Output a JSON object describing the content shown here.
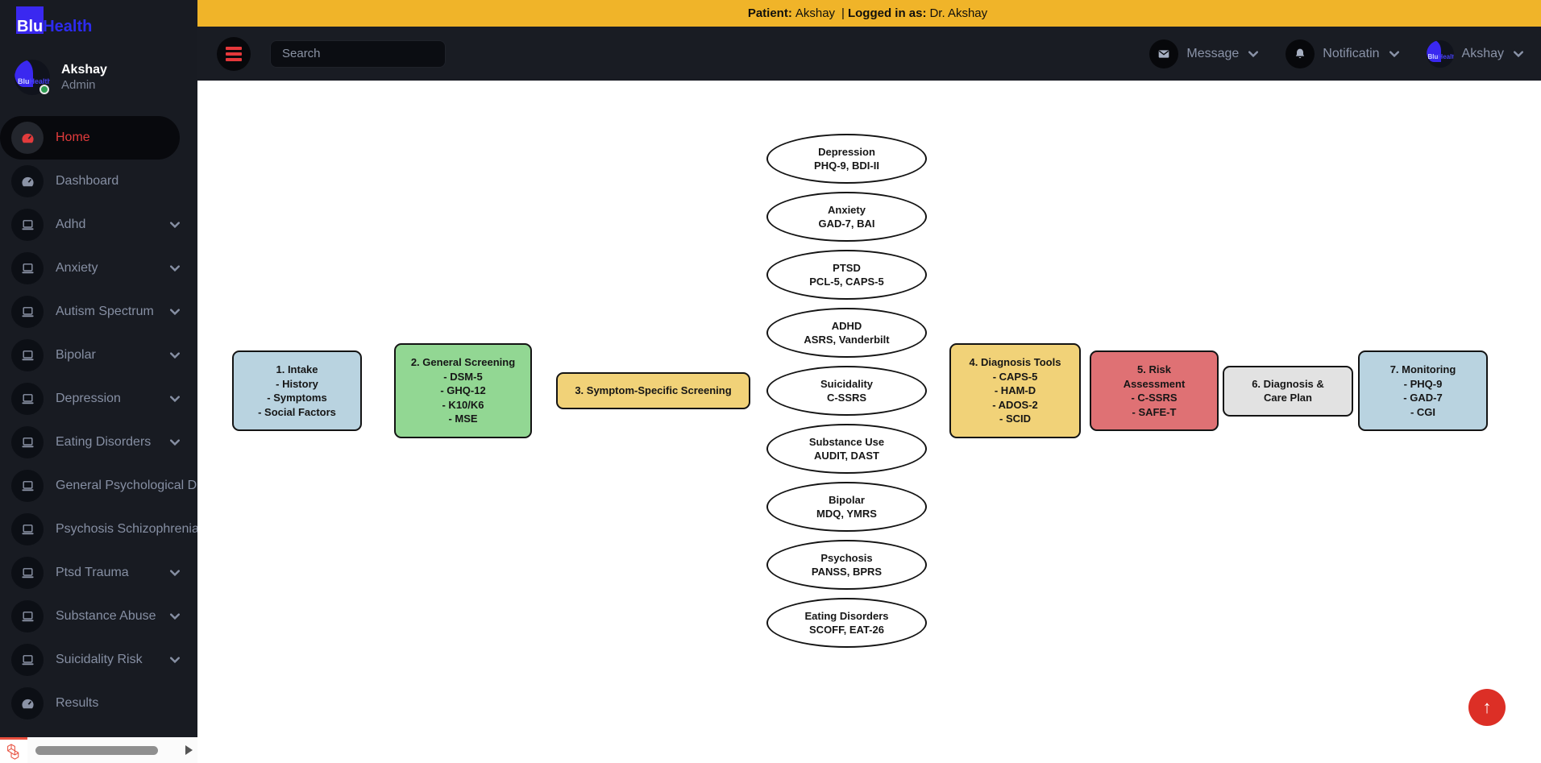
{
  "patient_bar": {
    "patient_label": "Patient:",
    "patient_name": "Akshay",
    "divider": "|",
    "logged_label": "Logged in as:",
    "logged_name": "Dr. Akshay"
  },
  "navbar": {
    "search_placeholder": "Search",
    "message_label": "Message",
    "notification_label": "Notificatin",
    "user_label": "Akshay"
  },
  "sidebar": {
    "logo": {
      "blu": "Blu",
      "health": "Health",
      "accent_color": "#3a28f0"
    },
    "user": {
      "name": "Akshay",
      "role": "Admin"
    },
    "items": [
      {
        "label": "Home",
        "icon": "gauge-icon",
        "active": true
      },
      {
        "label": "Dashboard",
        "icon": "gauge-icon"
      },
      {
        "label": "Adhd",
        "icon": "laptop-icon",
        "chevron": true
      },
      {
        "label": "Anxiety",
        "icon": "laptop-icon",
        "chevron": true
      },
      {
        "label": "Autism Spectrum",
        "icon": "laptop-icon",
        "chevron": true
      },
      {
        "label": "Bipolar",
        "icon": "laptop-icon",
        "chevron": true
      },
      {
        "label": "Depression",
        "icon": "laptop-icon",
        "chevron": true
      },
      {
        "label": "Eating Disorders",
        "icon": "laptop-icon",
        "chevron": true
      },
      {
        "label": "General Psychological Di",
        "icon": "laptop-icon"
      },
      {
        "label": "Psychosis Schizophrenia",
        "icon": "laptop-icon"
      },
      {
        "label": "Ptsd Trauma",
        "icon": "laptop-icon",
        "chevron": true
      },
      {
        "label": "Substance Abuse",
        "icon": "laptop-icon",
        "chevron": true
      },
      {
        "label": "Suicidality Risk",
        "icon": "laptop-icon",
        "chevron": true
      },
      {
        "label": "Results",
        "icon": "gauge-icon"
      }
    ],
    "accent_red": "#e23b3c"
  },
  "diagram": {
    "boxes": [
      {
        "name": "intake",
        "color": "#b9d3e0",
        "lines": [
          "1. Intake",
          "- History",
          "- Symptoms",
          "- Social Factors"
        ]
      },
      {
        "name": "general-screening",
        "color": "#92d793",
        "lines": [
          "2. General Screening",
          "- DSM-5",
          "- GHQ-12",
          "- K10/K6",
          "- MSE"
        ]
      },
      {
        "name": "symptom-specific-screening",
        "color": "#f1d278",
        "lines": [
          "3. Symptom-Specific Screening"
        ]
      },
      {
        "name": "diagnosis-tools",
        "color": "#f1d278",
        "lines": [
          "4. Diagnosis Tools",
          "- CAPS-5",
          "- HAM-D",
          "- ADOS-2",
          "- SCID"
        ]
      },
      {
        "name": "risk-assessment",
        "color": "#df7174",
        "lines": [
          "5. Risk",
          "Assessment",
          "- C-SSRS",
          "- SAFE-T"
        ]
      },
      {
        "name": "diagnosis-care-plan",
        "color": "#e2e2e2",
        "lines": [
          "6. Diagnosis &",
          "Care Plan"
        ]
      },
      {
        "name": "monitoring",
        "color": "#b9d3e0",
        "lines": [
          "7. Monitoring",
          "- PHQ-9",
          "- GAD-7",
          "- CGI"
        ]
      }
    ],
    "ellipses": [
      {
        "title": "Depression",
        "tools": "PHQ-9, BDI-II"
      },
      {
        "title": "Anxiety",
        "tools": "GAD-7, BAI"
      },
      {
        "title": "PTSD",
        "tools": "PCL-5, CAPS-5"
      },
      {
        "title": "ADHD",
        "tools": "ASRS, Vanderbilt"
      },
      {
        "title": "Suicidality",
        "tools": "C-SSRS"
      },
      {
        "title": "Substance Use",
        "tools": "AUDIT, DAST"
      },
      {
        "title": "Bipolar",
        "tools": "MDQ, YMRS"
      },
      {
        "title": "Psychosis",
        "tools": "PANSS, BPRS"
      },
      {
        "title": "Eating Disorders",
        "tools": "SCOFF, EAT-26"
      }
    ]
  },
  "scroll_top": {
    "arrow": "↑",
    "color": "#dc2f26"
  }
}
